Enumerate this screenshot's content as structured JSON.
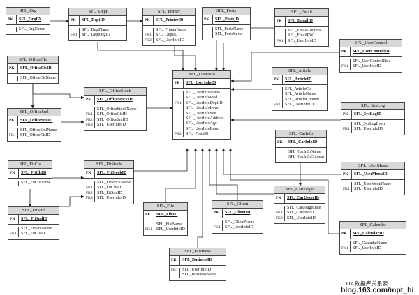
{
  "caption": "OA数据库关系表",
  "watermark": "blog.163.com/mpt_hi",
  "key_labels": {
    "pk": "PK",
    "fk": "FK",
    "fk1": "FK1",
    "fk2": "FK2",
    "fk3": "FK3"
  },
  "tables": {
    "org": {
      "title": "SFL_Org",
      "pk": "SFL_OrgID",
      "fields": [
        "SFL_OrgName"
      ],
      "keys": [
        ""
      ]
    },
    "dept": {
      "title": "SFL_Dept",
      "pk": "SFL_DeptID",
      "fields": [
        "SFL_DeptName",
        "SFL_DeptOrgID"
      ],
      "keys": [
        "",
        "FK1"
      ]
    },
    "printer": {
      "title": "SFL_Printer",
      "pk": "SFL_PrinterID",
      "fields": [
        "SFL_PrinterName",
        "SFL_DeptID",
        "SFL_UserInfoID"
      ],
      "keys": [
        "",
        "FK1",
        "FK2"
      ]
    },
    "posts": {
      "title": "SFL_Posts",
      "pk": "SFL_PostsID",
      "fields": [
        "SFL_PostsName",
        "SFL_PostsLevel"
      ],
      "keys": [
        "",
        ""
      ]
    },
    "email": {
      "title": "SFL_Email",
      "pk": "SFL_EmailID",
      "fields": [
        "SFL_EmailAddress",
        "SFL_EmailPWI",
        "SFL_UserInfoID"
      ],
      "keys": [
        "",
        "",
        "FK1"
      ]
    },
    "officecls": {
      "title": "SFL_OfficeCls",
      "pk": "SFL_OfficeClsID",
      "fields": [
        "SFL_OfficeClsName"
      ],
      "keys": [
        ""
      ]
    },
    "usercontrol": {
      "title": "SFL_UserControl",
      "pk": "SFL_UserControlID",
      "fields": [
        "SFL_UserControlTitle",
        "SFL_UserInfoID"
      ],
      "keys": [
        "",
        "FK1"
      ]
    },
    "userinfo": {
      "title": "SFL_UserInfo",
      "pk": "SFL_UserInfoID",
      "fields": [
        "SFL_UserInfoName",
        "SFL_UserInfoPwd",
        "SFL_UserInfoDeptID",
        "SFL_UserInfoLevel",
        "SFL_UserInfoSex",
        "SFL_UserInfoAddress",
        "SFL_UserInfoAge",
        "SFL_UserInfoBorn",
        "SFL_PostsID"
      ],
      "keys": [
        "",
        "",
        "FK1",
        "",
        "",
        "",
        "",
        "",
        "FK2"
      ]
    },
    "article": {
      "title": "SFL_Article",
      "pk": "SFL_ArticleID",
      "fields": [
        "SFL_ArticleCls",
        "SFL_ArticleName",
        "SFL_ArticleContent",
        "SFL_UserInfoID"
      ],
      "keys": [
        "",
        "",
        "",
        "FK1"
      ]
    },
    "officestock": {
      "title": "SFL_OfficeStock",
      "pk": "SFL_OfficeStockID",
      "fields": [
        "SFL_OfficeStockName",
        "SFL_OfficeClsID",
        "SFL_OfficeSmlID",
        "SFL_UserInfoID"
      ],
      "keys": [
        "",
        "FK1",
        "FK2",
        "FK3"
      ]
    },
    "officesml": {
      "title": "SFL_OfficeSml",
      "pk": "SFL_OfficeSmlID",
      "fields": [
        "SFL_OfficeSmlName",
        "SFL_OfficeClsID"
      ],
      "keys": [
        "",
        "FK1"
      ]
    },
    "syslog": {
      "title": "SFL_SysLog",
      "pk": "SFL_SysLogID",
      "fields": [
        "SFL_SysLogEven",
        "SFL_UserInfoID"
      ],
      "keys": [
        "",
        "FK1"
      ]
    },
    "carinfo": {
      "title": "SFL_CarInfo",
      "pk": "SFL_CarInfoID",
      "fields": [
        "SFL_CarInfoName",
        "SFL_CarInfoContent"
      ],
      "keys": [
        "",
        ""
      ]
    },
    "fitcls": {
      "title": "SFL_FitCls",
      "pk": "SFL_FitClsID",
      "fields": [
        "SFL_FitClsName"
      ],
      "keys": [
        ""
      ]
    },
    "fitstock": {
      "title": "SFL_FitStock",
      "pk": "SFL_FitStockID",
      "fields": [
        "SFL_FitStockName",
        "SFL_FitClsID",
        "SFL_FitSmlID",
        "SFL_UserInfoID"
      ],
      "keys": [
        "",
        "FK1",
        "FK2",
        "FK3"
      ]
    },
    "usermenu": {
      "title": "SFL_UserMenu",
      "pk": "SFL_UserMenuID",
      "fields": [
        "SFL_UserMenuName",
        "SFL_UserInfoID"
      ],
      "keys": [
        "",
        "FK1"
      ]
    },
    "carusage": {
      "title": "SFL_CarUsage",
      "pk": "SFL_CarUsageID",
      "fields": [
        "SFL_CarUsageDate",
        "SFL_CarInfoID",
        "SFL_UserInfoID"
      ],
      "keys": [
        "",
        "FK1",
        "FK2"
      ]
    },
    "fitsml": {
      "title": "SFL_FitSml",
      "pk": "SFL_FitSmlID",
      "fields": [
        "SFL_FitSmlName",
        "SFL_FitClsID"
      ],
      "keys": [
        "",
        "FK1"
      ]
    },
    "file": {
      "title": "SFL_File",
      "pk": "SFL_FileID",
      "fields": [
        "SFL_FileName",
        "SFL_UserInfoID"
      ],
      "keys": [
        "",
        "FK1"
      ]
    },
    "client": {
      "title": "SFL_Client",
      "pk": "SFL_ClientID",
      "fields": [
        "SFL_ClientName",
        "SFL_UserInfoID"
      ],
      "keys": [
        "",
        "FK1"
      ]
    },
    "calendar": {
      "title": "SFL_Calendar",
      "pk": "SFL_CalendarID",
      "fields": [
        "SFL_CalendarName",
        "SFL_UserInfoID"
      ],
      "keys": [
        "",
        "FK1"
      ]
    },
    "business": {
      "title": "SFL_Business",
      "pk": "SFL_BusinessID",
      "fields": [
        "SFL_UserInfoID",
        "SFL_BusinessName"
      ],
      "keys": [
        "FK1",
        ""
      ]
    }
  }
}
